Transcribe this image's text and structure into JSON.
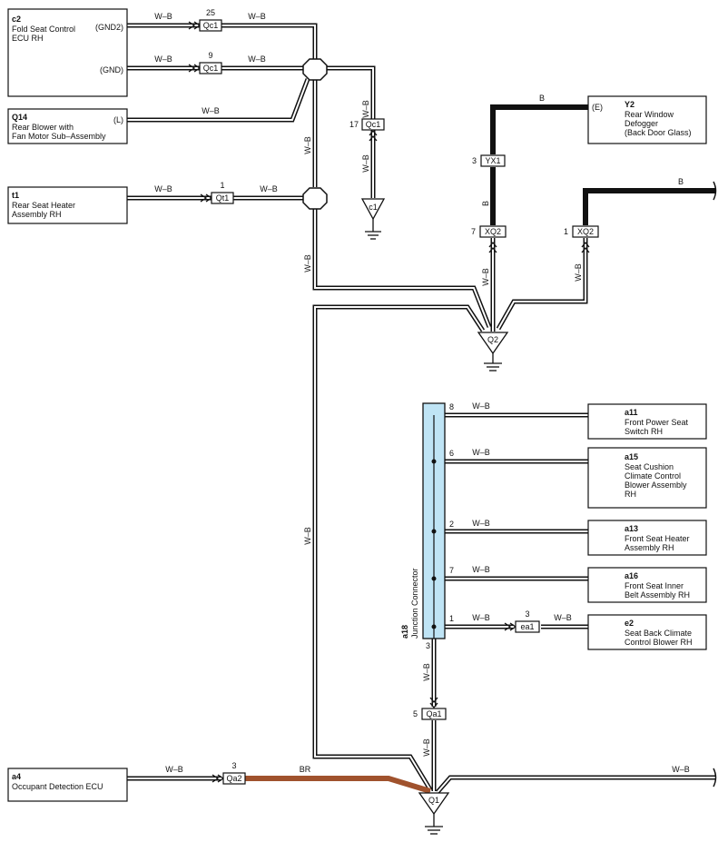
{
  "components": {
    "c2": {
      "id": "c2",
      "line1": "Fold Seat Control",
      "line2": "ECU RH",
      "pin_gnd2": "(GND2)",
      "pin_gnd": "(GND)"
    },
    "q14": {
      "id": "Q14",
      "line1": "Rear Blower with",
      "line2": "Fan Motor Sub–Assembly",
      "pin_l": "(L)"
    },
    "t1": {
      "id": "t1",
      "line1": "Rear Seat Heater",
      "line2": "Assembly RH"
    },
    "y2": {
      "id": "Y2",
      "line1": "Rear Window",
      "line2": "Defogger",
      "line3": "(Back Door Glass)",
      "pin_e": "(E)"
    },
    "a11": {
      "id": "a11",
      "line1": "Front Power Seat",
      "line2": "Switch RH"
    },
    "a15": {
      "id": "a15",
      "line1": "Seat Cushion",
      "line2": "Climate Control",
      "line3": "Blower Assembly",
      "line4": "RH"
    },
    "a13": {
      "id": "a13",
      "line1": "Front Seat Heater",
      "line2": "Assembly RH"
    },
    "a16": {
      "id": "a16",
      "line1": "Front Seat Inner",
      "line2": "Belt Assembly RH"
    },
    "e2": {
      "id": "e2",
      "line1": "Seat Back Climate",
      "line2": "Control Blower RH"
    },
    "a4": {
      "id": "a4",
      "line1": "Occupant Detection ECU"
    }
  },
  "junction": {
    "id": "a18",
    "name": "Junction Connector"
  },
  "connectors": {
    "qc1_top": {
      "name": "Qc1",
      "pin": "25"
    },
    "qc1_mid": {
      "name": "Qc1",
      "pin": "9"
    },
    "qc1_right": {
      "name": "Qc1",
      "pin": "17"
    },
    "qt1": {
      "name": "Qt1",
      "pin": "1"
    },
    "yx1": {
      "name": "YX1",
      "pin": "3"
    },
    "xq2_left": {
      "name": "XQ2",
      "pin": "7"
    },
    "xq2_right": {
      "name": "XQ2",
      "pin": "1"
    },
    "ea1": {
      "name": "ea1",
      "pin": "3"
    },
    "qa1": {
      "name": "Qa1",
      "pin": "5"
    },
    "qa2": {
      "name": "Qa2",
      "pin": "3"
    }
  },
  "junction_pins": {
    "p8": "8",
    "p6": "6",
    "p2": "2",
    "p7": "7",
    "p1": "1",
    "p3": "3"
  },
  "grounds": {
    "c1": "c1",
    "q2": "Q2",
    "q1": "Q1"
  },
  "wire_colors": {
    "wb": "W–B",
    "b": "B",
    "br": "BR"
  },
  "colors": {
    "junction_fill": "#bfe4f5",
    "br_wire": "#a0522d"
  }
}
